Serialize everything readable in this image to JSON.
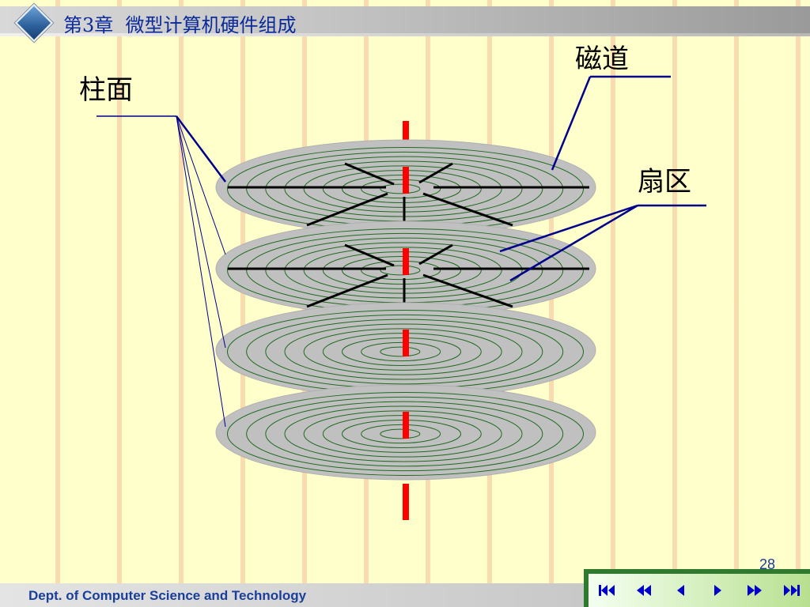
{
  "header": {
    "title": "第3章  微型计算机硬件组成"
  },
  "diagram": {
    "labels": {
      "cylinder": "柱面",
      "track": "磁道",
      "sector": "扇区"
    },
    "platters": 4
  },
  "footer": {
    "dept": "Dept. of Computer Science and Technology",
    "page_number": "28"
  },
  "nav": {
    "buttons": [
      "first-slide",
      "previous-section",
      "previous-slide",
      "next-slide",
      "next-section",
      "last-slide"
    ]
  },
  "colors": {
    "platter": "#c0c0c0",
    "track_lines": "#1f6a1f",
    "spindle": "#ff0000",
    "leader_lines": "#00008b",
    "title_text": "#0a2a9a"
  }
}
